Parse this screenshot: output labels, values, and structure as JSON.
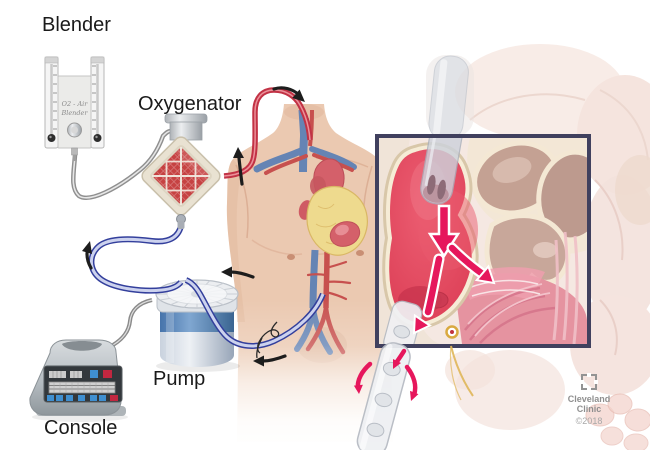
{
  "figure": {
    "subject": "ECMO circuit diagram with patient torso and right-atrium inset"
  },
  "labels": {
    "blender": "Blender",
    "oxygenator": "Oxygenator",
    "pump": "Pump",
    "console": "Console"
  },
  "blender_panel": {
    "line1": "O2 - Air",
    "line2": "Blender"
  },
  "credit": {
    "org_line1": "Cleveland",
    "org_line2": "Clinic",
    "copyright": "©2018"
  },
  "icons": {
    "flow_arrows_black": "black-flow-arrow",
    "flow_arrows_pink": "blood-flow-arrow",
    "suture": "suture-knot-icon",
    "logo": "cleveland-clinic-logo-icon"
  },
  "colors": {
    "accent_pink": "#e6175c",
    "arterial_red": "#c23245",
    "venous_blue": "#333f9c",
    "inset_border": "#40405e",
    "skin": "#ebc9b1",
    "oxygenator_core": "#c64242",
    "label_text": "#1a1a1a",
    "credit_text": "#8f8f8f"
  }
}
